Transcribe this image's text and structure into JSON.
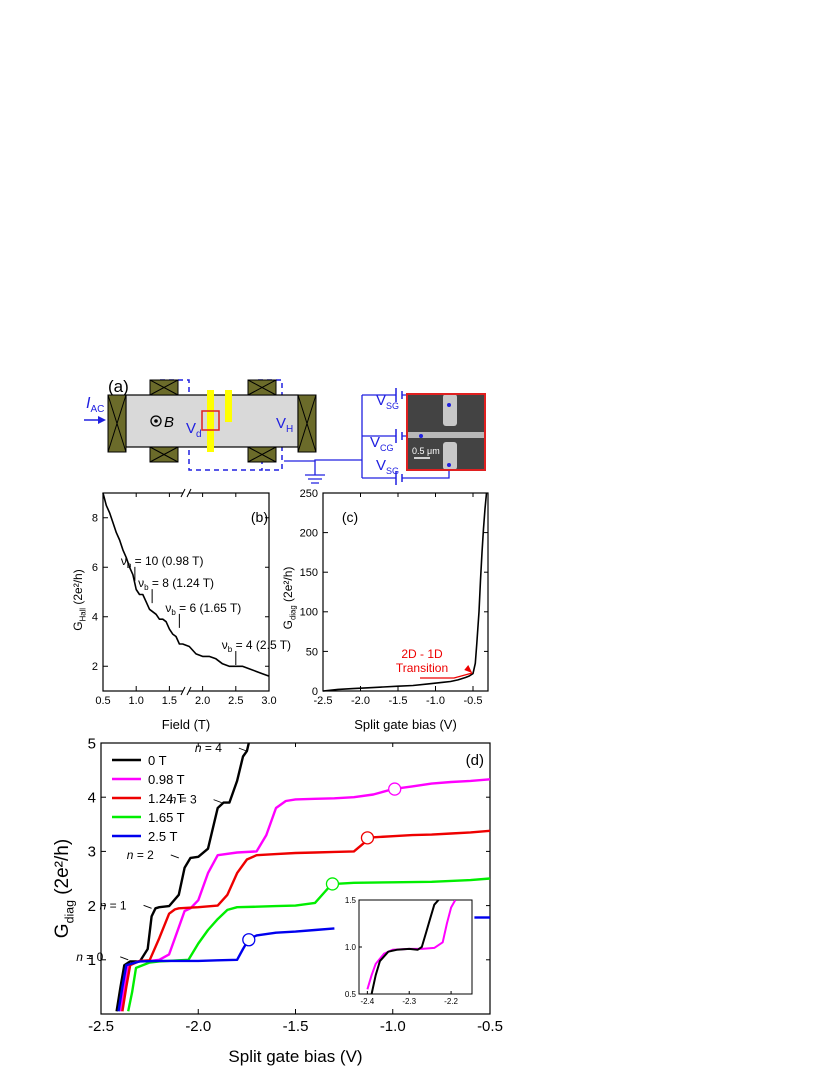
{
  "schematic": {
    "panel_label": "(a)",
    "current_label": "I",
    "current_sub": "AC",
    "field_label": "B",
    "vd_label": "V",
    "vd_sub": "d",
    "vh_label": "V",
    "vh_sub": "H"
  },
  "micrograph": {
    "vsg_top": "V",
    "vsg_top_sub": "SG",
    "vcg": "V",
    "vcg_sub": "CG",
    "vsg_bottom": "V",
    "vsg_bottom_sub": "SG",
    "scale_label": "0.5 μm"
  },
  "colors": {
    "mesa": "#d9d9d9",
    "contact": "#6b6b2a",
    "gate": "#ffff00",
    "wire": "#2020e0",
    "frame": "#e02020",
    "black": "#000000",
    "magenta": "#ff00ff",
    "red": "#ee0000",
    "green": "#00ee00",
    "blue": "#0000ee"
  },
  "chart_data": [
    {
      "id": "b",
      "type": "line",
      "panel_label": "(b)",
      "xlabel": "Field (T)",
      "ylabel": "G",
      "ylabel_sub": "Hall",
      "ylabel_unit": "(2e²/h)",
      "xlim": [
        0.5,
        3.0
      ],
      "ylim": [
        1.0,
        9.0
      ],
      "xticks": [
        "0.5",
        "1.0",
        "1.5",
        "2.0",
        "2.5",
        "3.0"
      ],
      "xtick_values": [
        0.5,
        1.0,
        1.5,
        2.0,
        2.5,
        3.0
      ],
      "yticks": [
        "2",
        "4",
        "6",
        "8"
      ],
      "ytick_values": [
        2,
        4,
        6,
        8
      ],
      "axis_break": true,
      "series": [
        {
          "color": "#000000",
          "x": [
            0.5,
            0.55,
            0.6,
            0.65,
            0.7,
            0.75,
            0.8,
            0.85,
            0.9,
            0.95,
            1.0,
            1.05,
            1.1,
            1.15,
            1.2,
            1.25,
            1.3,
            1.35,
            1.4,
            1.45,
            1.5,
            1.55,
            1.6,
            1.65,
            1.7,
            1.8,
            1.9,
            2.0,
            2.1,
            2.2,
            2.3,
            2.4,
            2.5,
            2.6,
            2.7,
            2.8,
            2.9,
            3.0
          ],
          "y": [
            9.0,
            8.5,
            8.2,
            7.8,
            7.4,
            7.1,
            6.7,
            6.4,
            6.0,
            5.7,
            5.1,
            4.9,
            4.9,
            4.6,
            4.3,
            4.2,
            4.1,
            3.9,
            3.9,
            3.8,
            3.5,
            3.3,
            3.2,
            2.9,
            2.9,
            2.8,
            2.5,
            2.4,
            2.4,
            2.3,
            2.1,
            2.0,
            2.0,
            2.0,
            1.9,
            1.8,
            1.7,
            1.6
          ]
        }
      ],
      "annotations": [
        {
          "text": "ν",
          "sub": "b",
          "rest": " = 10 (0.98 T)",
          "x": 0.98,
          "y": 5.45
        },
        {
          "text": "ν",
          "sub": "b",
          "rest": " = 8 (1.24 T)",
          "x": 1.24,
          "y": 4.55
        },
        {
          "text": "ν",
          "sub": "b",
          "rest": " = 6 (1.65 T)",
          "x": 1.65,
          "y": 3.55
        },
        {
          "text": "ν",
          "sub": "b",
          "rest": " = 4 (2.5 T)",
          "x": 2.5,
          "y": 2.05
        }
      ]
    },
    {
      "id": "c",
      "type": "line",
      "panel_label": "(c)",
      "xlabel": "Split gate bias (V)",
      "ylabel": "G",
      "ylabel_sub": "diag",
      "ylabel_unit": "(2e²/h)",
      "xlim": [
        -2.5,
        -0.3
      ],
      "ylim": [
        0,
        250
      ],
      "xticks": [
        "-2.5",
        "-2.0",
        "-1.5",
        "-1.0",
        "-0.5"
      ],
      "xtick_values": [
        -2.5,
        -2.0,
        -1.5,
        -1.0,
        -0.5
      ],
      "yticks": [
        "0",
        "50",
        "100",
        "150",
        "200",
        "250"
      ],
      "ytick_values": [
        0,
        50,
        100,
        150,
        200,
        250
      ],
      "series": [
        {
          "color": "#000000",
          "x": [
            -2.5,
            -2.3,
            -2.1,
            -1.9,
            -1.7,
            -1.5,
            -1.3,
            -1.1,
            -0.9,
            -0.8,
            -0.7,
            -0.6,
            -0.55,
            -0.5,
            -0.47,
            -0.45,
            -0.42,
            -0.4,
            -0.38,
            -0.36,
            -0.34,
            -0.32
          ],
          "y": [
            0,
            2,
            3,
            4,
            5,
            6,
            7,
            9,
            11,
            12,
            14,
            17,
            19,
            22,
            35,
            60,
            100,
            140,
            175,
            205,
            230,
            250
          ]
        }
      ],
      "annotation": {
        "line1": "2D - 1D",
        "line2": "Transition",
        "x": -0.55,
        "y": 19,
        "color": "#ee0000"
      }
    },
    {
      "id": "d",
      "type": "line",
      "panel_label": "(d)",
      "xlabel": "Split gate bias (V)",
      "ylabel": "G",
      "ylabel_sub": "diag",
      "ylabel_unit": "(2e²/h)",
      "xlim": [
        -2.5,
        -0.5
      ],
      "ylim": [
        0,
        5
      ],
      "xticks": [
        "-2.5",
        "-2.0",
        "-1.5",
        "-1.0",
        "-0.5"
      ],
      "xtick_values": [
        -2.5,
        -2.0,
        -1.5,
        -1.0,
        -0.5
      ],
      "yticks": [
        "1",
        "2",
        "3",
        "4",
        "5"
      ],
      "ytick_values": [
        1,
        2,
        3,
        4,
        5
      ],
      "legend": "top-left",
      "series": [
        {
          "name": "0 T",
          "color": "#000000",
          "x": [
            -2.42,
            -2.4,
            -2.38,
            -2.35,
            -2.3,
            -2.26,
            -2.24,
            -2.22,
            -2.2,
            -2.15,
            -2.1,
            -2.07,
            -2.04,
            -2.0,
            -1.95,
            -1.9,
            -1.87,
            -1.84,
            -1.8,
            -1.77,
            -1.75,
            -1.74
          ],
          "y": [
            0.05,
            0.5,
            0.9,
            0.97,
            0.97,
            1.2,
            1.8,
            1.95,
            1.97,
            1.99,
            2.2,
            2.7,
            2.88,
            2.9,
            3.05,
            3.8,
            3.9,
            3.9,
            4.3,
            4.75,
            4.85,
            5.0
          ]
        },
        {
          "name": "0.98 T",
          "color": "#ff00ff",
          "x": [
            -2.4,
            -2.38,
            -2.36,
            -2.3,
            -2.25,
            -2.2,
            -2.15,
            -2.1,
            -2.07,
            -2.04,
            -2.0,
            -1.95,
            -1.9,
            -1.8,
            -1.7,
            -1.65,
            -1.6,
            -1.55,
            -1.5,
            -1.4,
            -1.3,
            -1.2,
            -1.1,
            -1.05,
            -1.0,
            -0.9,
            -0.8,
            -0.7,
            -0.6,
            -0.5
          ],
          "y": [
            0.05,
            0.5,
            0.9,
            0.98,
            0.98,
            1.0,
            1.1,
            1.6,
            1.9,
            1.95,
            2.1,
            2.6,
            2.93,
            2.98,
            3.0,
            3.3,
            3.8,
            3.93,
            3.96,
            3.97,
            3.98,
            4.0,
            4.05,
            4.1,
            4.15,
            4.2,
            4.25,
            4.28,
            4.3,
            4.33
          ]
        },
        {
          "name": "1.24 T",
          "color": "#ee0000",
          "x": [
            -2.39,
            -2.37,
            -2.35,
            -2.3,
            -2.25,
            -2.2,
            -2.15,
            -2.12,
            -2.1,
            -2.0,
            -1.9,
            -1.85,
            -1.8,
            -1.75,
            -1.7,
            -1.6,
            -1.5,
            -1.4,
            -1.3,
            -1.2,
            -1.15,
            -1.12,
            -1.1,
            -1.0,
            -0.9,
            -0.8,
            -0.7,
            -0.6,
            -0.5
          ],
          "y": [
            0.05,
            0.5,
            0.9,
            0.98,
            0.99,
            1.4,
            1.85,
            1.93,
            1.95,
            1.97,
            2.0,
            2.2,
            2.6,
            2.85,
            2.93,
            2.95,
            2.97,
            2.98,
            2.99,
            3.0,
            3.15,
            3.23,
            3.26,
            3.28,
            3.3,
            3.31,
            3.33,
            3.35,
            3.38
          ]
        },
        {
          "name": "1.65 T",
          "color": "#00ee00",
          "x": [
            -2.36,
            -2.34,
            -2.32,
            -2.25,
            -2.2,
            -2.15,
            -2.1,
            -2.05,
            -2.0,
            -1.95,
            -1.9,
            -1.85,
            -1.8,
            -1.7,
            -1.6,
            -1.5,
            -1.4,
            -1.35,
            -1.32,
            -1.3,
            -1.2,
            -1.0,
            -0.8,
            -0.6,
            -0.5
          ],
          "y": [
            0.05,
            0.4,
            0.85,
            0.95,
            0.97,
            0.98,
            0.99,
            1.0,
            1.3,
            1.55,
            1.75,
            1.92,
            1.97,
            1.98,
            1.99,
            2.0,
            2.05,
            2.25,
            2.37,
            2.4,
            2.42,
            2.43,
            2.44,
            2.47,
            2.5
          ]
        },
        {
          "name": "2.5 T",
          "color": "#0000ee",
          "x": [
            -2.41,
            -2.39,
            -2.37,
            -2.3,
            -2.2,
            -2.1,
            -2.0,
            -1.9,
            -1.8,
            -1.77,
            -1.74,
            -1.7,
            -1.6,
            -1.5,
            -1.4,
            -1.3
          ],
          "y": [
            0.05,
            0.5,
            0.9,
            0.97,
            0.98,
            0.98,
            0.98,
            0.99,
            1.0,
            1.2,
            1.38,
            1.45,
            1.5,
            1.52,
            1.55,
            1.58
          ]
        }
      ],
      "markers": [
        {
          "series": "0.98 T",
          "x": -0.99,
          "y": 4.15
        },
        {
          "series": "1.24 T",
          "x": -1.13,
          "y": 3.25
        },
        {
          "series": "1.65 T",
          "x": -1.31,
          "y": 2.4
        },
        {
          "series": "2.5 T",
          "x": -1.74,
          "y": 1.37
        }
      ],
      "plateau_labels": [
        {
          "n": "n",
          "rest": " = 0",
          "x": -2.36,
          "y": 1.0
        },
        {
          "n": "n",
          "rest": " = 1",
          "x": -2.24,
          "y": 1.95
        },
        {
          "n": "n",
          "rest": " = 2",
          "x": -2.1,
          "y": 2.88
        },
        {
          "n": "n",
          "rest": " = 3",
          "x": -1.88,
          "y": 3.9
        },
        {
          "n": "n",
          "rest": " = 4",
          "x": -1.75,
          "y": 4.85
        }
      ],
      "right_stub": {
        "color": "#0000ee",
        "x": [
          -0.58,
          -0.5
        ],
        "y": [
          1.78,
          1.78
        ]
      },
      "inset": {
        "xlim": [
          -2.42,
          -2.15
        ],
        "ylim": [
          0.5,
          1.5
        ],
        "xticks": [
          "-2.4",
          "-2.3",
          "-2.2"
        ],
        "xtick_values": [
          -2.4,
          -2.3,
          -2.2
        ],
        "yticks": [
          "0.5",
          "1.0",
          "1.5"
        ],
        "ytick_values": [
          0.5,
          1.0,
          1.5
        ],
        "series": [
          {
            "color": "#ff00ff",
            "x": [
              -2.4,
              -2.39,
              -2.38,
              -2.36,
              -2.34,
              -2.3,
              -2.27,
              -2.24,
              -2.22,
              -2.21,
              -2.2,
              -2.19
            ],
            "y": [
              0.55,
              0.7,
              0.82,
              0.93,
              0.97,
              0.98,
              0.98,
              0.99,
              1.05,
              1.25,
              1.42,
              1.5
            ]
          },
          {
            "color": "#000000",
            "x": [
              -2.39,
              -2.38,
              -2.37,
              -2.35,
              -2.33,
              -2.3,
              -2.28,
              -2.27,
              -2.26,
              -2.25,
              -2.24,
              -2.23
            ],
            "y": [
              0.5,
              0.7,
              0.85,
              0.95,
              0.97,
              0.98,
              0.97,
              1.0,
              1.15,
              1.3,
              1.45,
              1.5
            ]
          }
        ]
      }
    }
  ]
}
